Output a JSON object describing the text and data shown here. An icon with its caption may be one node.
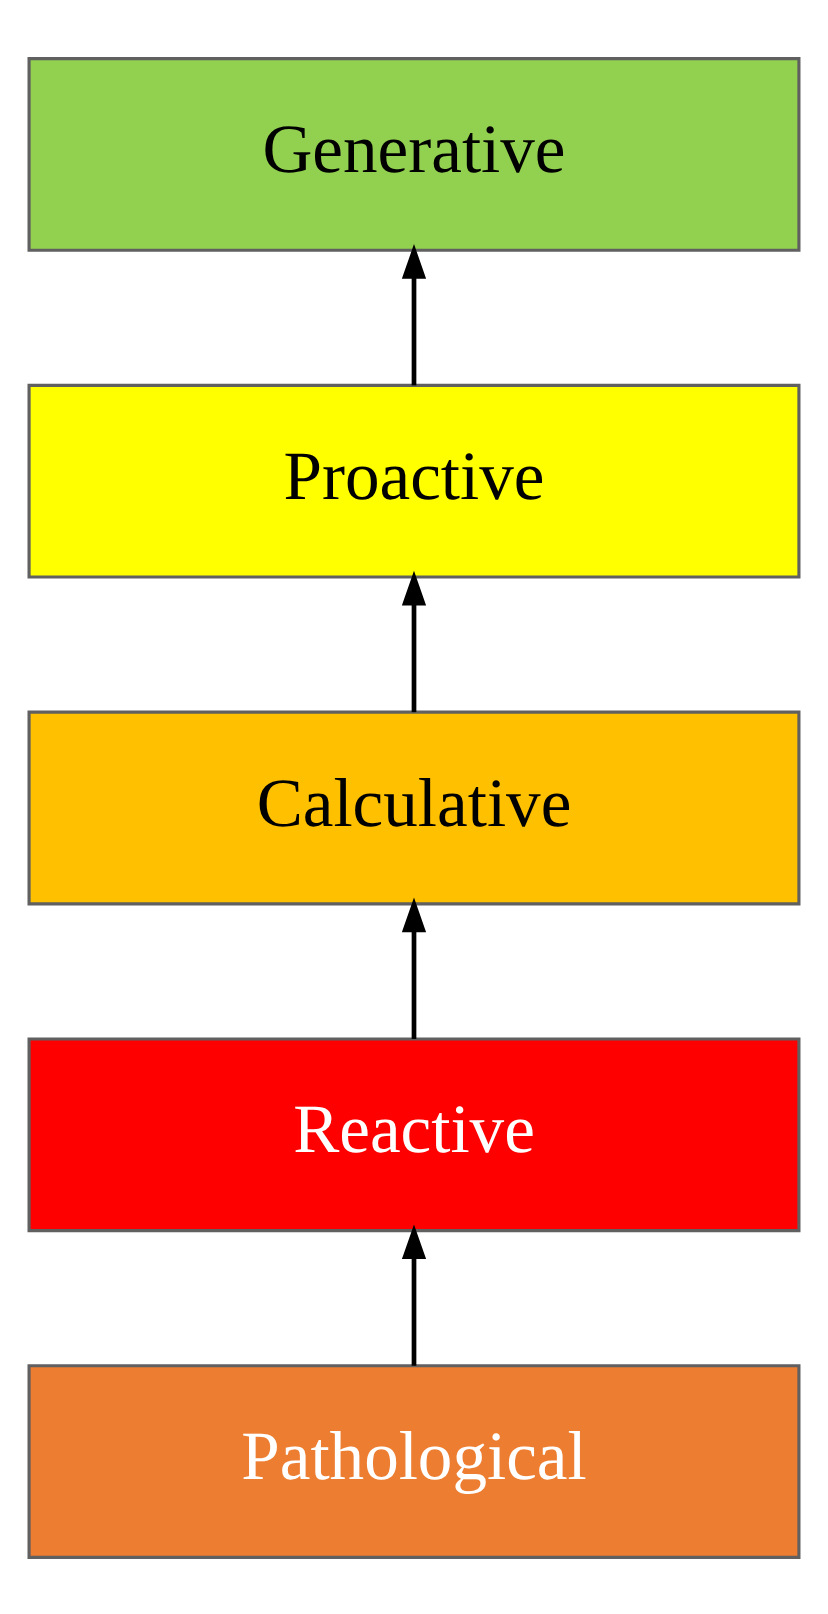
{
  "diagram": {
    "nodes": [
      {
        "text": [
          "Generative"
        ]
      },
      {
        "text": [
          "Proactive"
        ]
      },
      {
        "text": [
          "Calculative"
        ]
      },
      {
        "text": [
          "Reactive"
        ]
      },
      {
        "text": [
          "Pathological"
        ]
      }
    ],
    "edges": [
      {
        "from": 4,
        "to": 3,
        "arrow": "to"
      },
      {
        "from": 3,
        "to": 2,
        "arrow": "to"
      },
      {
        "from": 2,
        "to": 1,
        "arrow": "to"
      },
      {
        "from": 1,
        "to": 0,
        "arrow": "to"
      }
    ]
  }
}
